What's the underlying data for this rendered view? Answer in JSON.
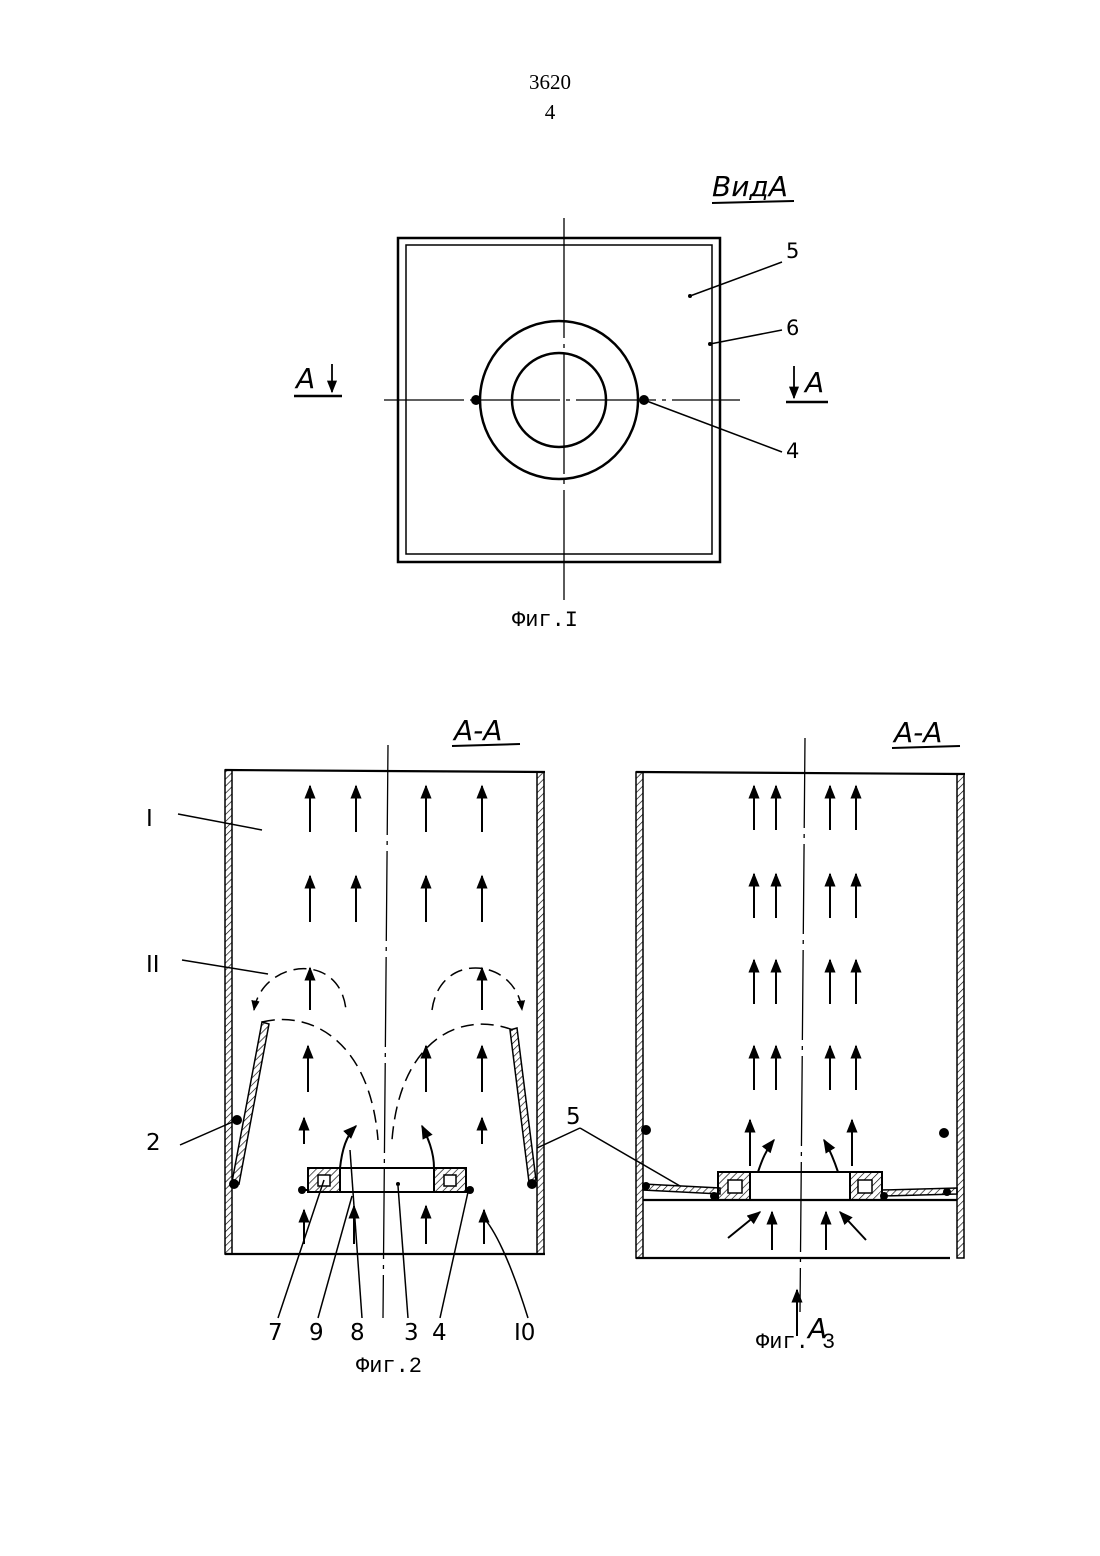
{
  "header": {
    "doc_number": "3620",
    "page_number": "4"
  },
  "fig1": {
    "view_title": "ВидА",
    "section_left": "А",
    "section_right": "А",
    "labels": [
      "5",
      "6",
      "4"
    ],
    "caption": "Фиг.I"
  },
  "fig2": {
    "section_title": "А-А",
    "labels_left": [
      "I",
      "II",
      "2"
    ],
    "label_right": "5",
    "labels_bottom": [
      "7",
      "9",
      "8",
      "3",
      "4",
      "I0"
    ],
    "caption": "Фиг.2"
  },
  "fig3": {
    "section_title": "А-А",
    "view_marker": "А",
    "caption": "Фиг. 3"
  }
}
